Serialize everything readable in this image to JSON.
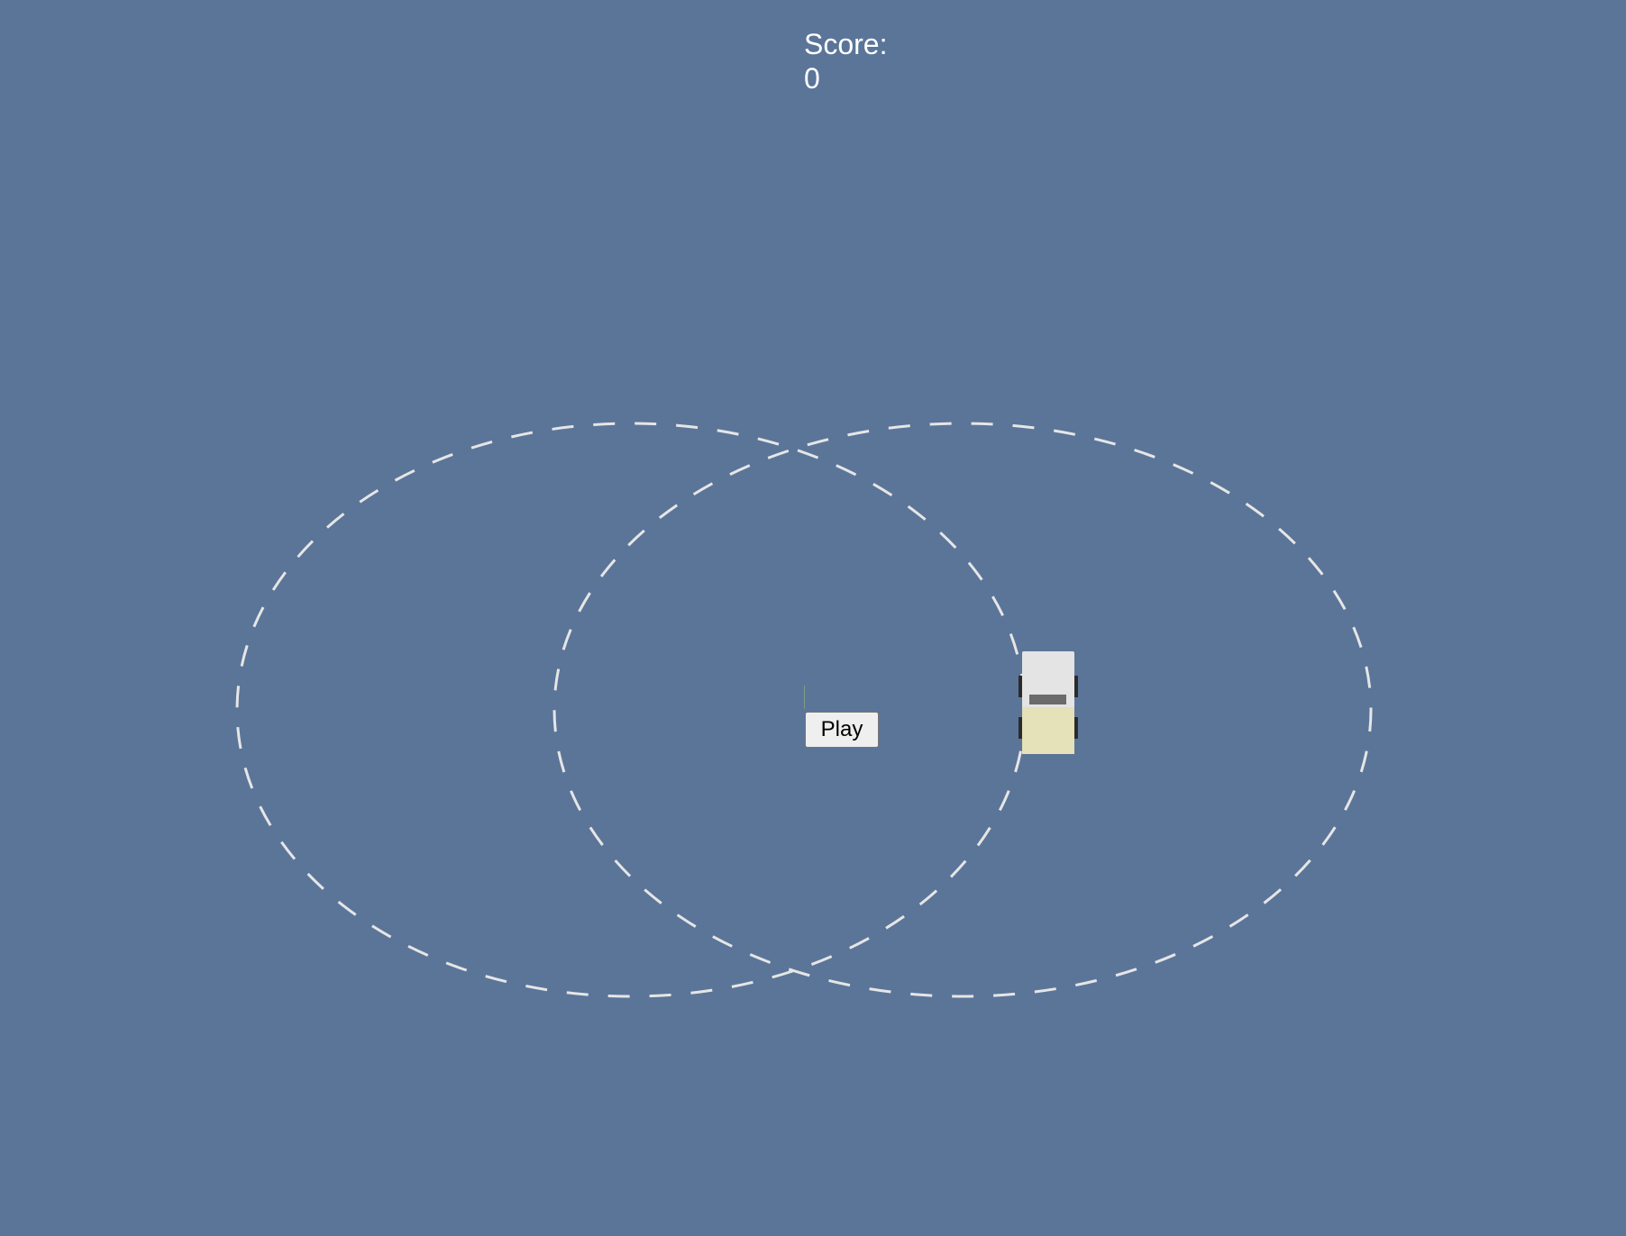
{
  "hud": {
    "score_label": "Score:",
    "score_value": "0"
  },
  "controls": {
    "play_label": "Play"
  },
  "colors": {
    "background": "#5b7599",
    "track_dash": "#e6e6e6",
    "car_front": "#e4e4e4",
    "car_rear": "#e5e1b8"
  }
}
